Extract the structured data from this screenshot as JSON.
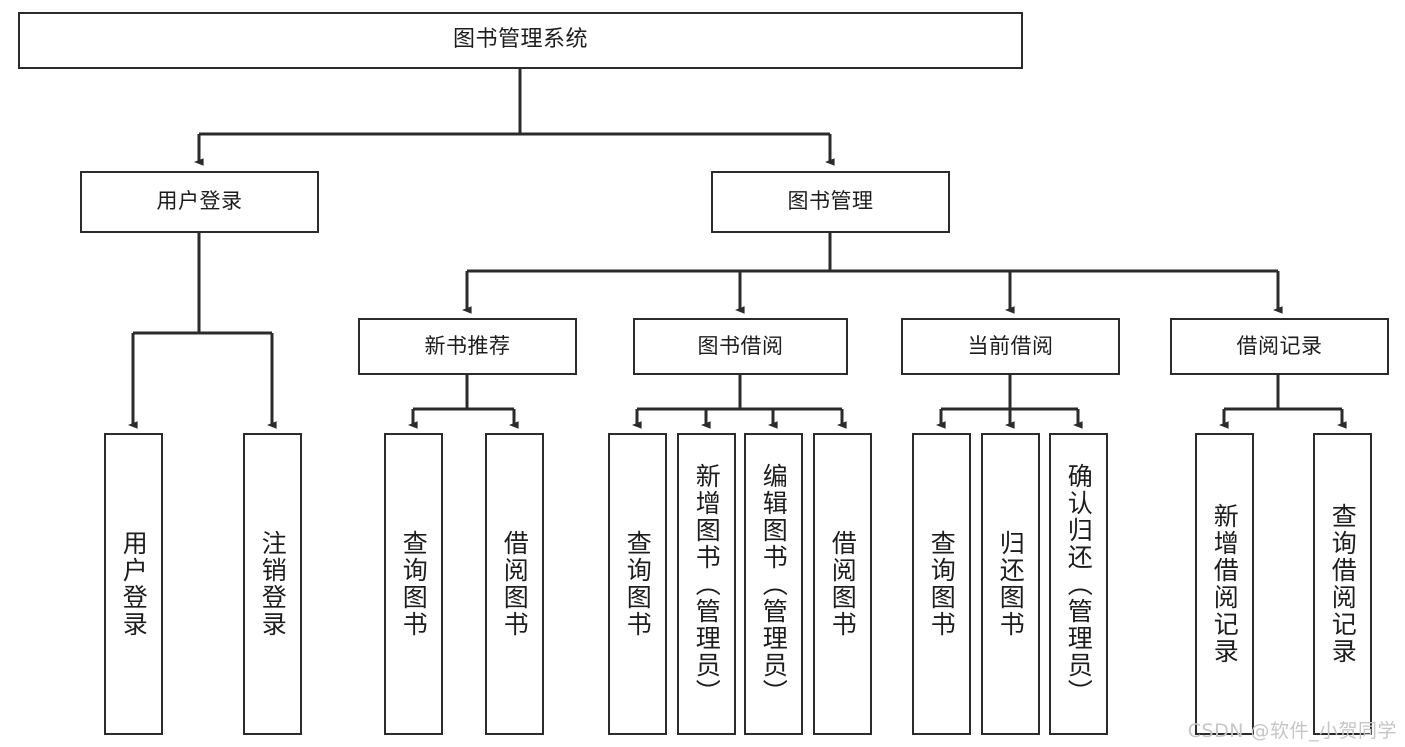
{
  "diagram": {
    "title": "图书管理系统",
    "type": "tree-hierarchy",
    "root": {
      "label": "图书管理系统"
    },
    "level2": [
      {
        "id": "user-login",
        "label": "用户登录"
      },
      {
        "id": "book-manage",
        "label": "图书管理"
      }
    ],
    "level3": [
      {
        "id": "new-book-rec",
        "label": "新书推荐"
      },
      {
        "id": "book-borrow",
        "label": "图书借阅"
      },
      {
        "id": "current-borrow",
        "label": "当前借阅"
      },
      {
        "id": "borrow-record",
        "label": "借阅记录"
      }
    ],
    "leaves": {
      "user_login": [
        {
          "id": "leaf-user-login",
          "label": "用户登录"
        },
        {
          "id": "leaf-logout",
          "label": "注销登录"
        }
      ],
      "new_book_rec": [
        {
          "id": "leaf-query-book-1",
          "label": "查询图书"
        },
        {
          "id": "leaf-borrow-book-1",
          "label": "借阅图书"
        }
      ],
      "book_borrow": [
        {
          "id": "leaf-query-book-2",
          "label": "查询图书"
        },
        {
          "id": "leaf-add-book",
          "label": "新增图书（管理员）"
        },
        {
          "id": "leaf-edit-book",
          "label": "编辑图书（管理员）"
        },
        {
          "id": "leaf-borrow-book-2",
          "label": "借阅图书"
        }
      ],
      "current_borrow": [
        {
          "id": "leaf-query-book-3",
          "label": "查询图书"
        },
        {
          "id": "leaf-return-book",
          "label": "归还图书"
        },
        {
          "id": "leaf-confirm-return",
          "label": "确认归还（管理员）"
        }
      ],
      "borrow_record": [
        {
          "id": "leaf-add-record",
          "label": "新增借阅记录"
        },
        {
          "id": "leaf-query-record",
          "label": "查询借阅记录"
        }
      ]
    }
  },
  "watermark": {
    "text": "CSDN @软件_小贺同学"
  },
  "colors": {
    "stroke": "#2b2b2b",
    "fill": "#ffffff",
    "text": "#1d1d1d",
    "watermark": "#c6c6c6"
  }
}
